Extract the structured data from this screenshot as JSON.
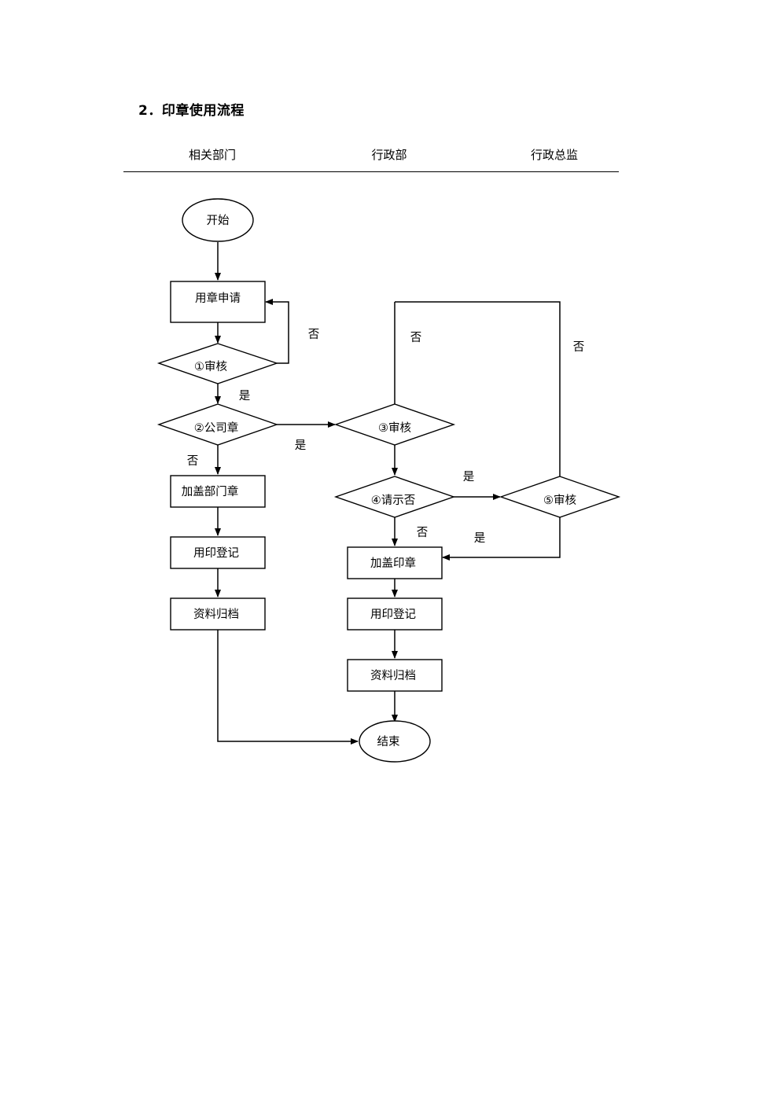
{
  "title": "2．印章使用流程",
  "lanes": [
    "相关部门",
    "行政部",
    "行政总监"
  ],
  "nodes": {
    "start": "开始",
    "apply": "用章申请",
    "review1": "①审核",
    "company_seal": "②公司章",
    "dept_seal": "加盖部门章",
    "dept_register": "用印登记",
    "dept_archive": "资料归档",
    "review3": "③审核",
    "ask": "④请示否",
    "review5": "⑤审核",
    "stamp": "加盖印章",
    "admin_register": "用印登记",
    "admin_archive": "资料归档",
    "end": "结束"
  },
  "edge_labels": {
    "review1_no": "否",
    "review3_no": "否",
    "review5_no": "否",
    "review1_yes": "是",
    "company_seal_yes": "是",
    "company_seal_no": "否",
    "ask_yes": "是",
    "ask_no": "否",
    "review5_yes": "是"
  }
}
